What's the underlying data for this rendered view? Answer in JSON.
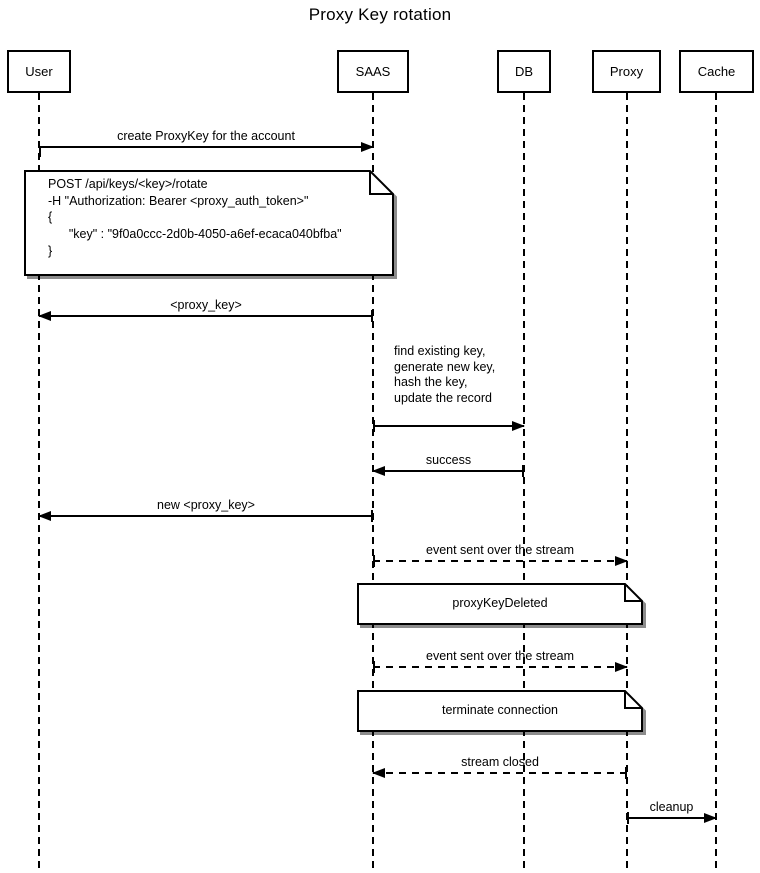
{
  "diagram": {
    "type": "sequence-diagram",
    "title": "Proxy Key rotation",
    "colors": {
      "stroke": "#000000",
      "background": "#ffffff",
      "note_fill": "#ffffff"
    },
    "actors": [
      {
        "id": "user",
        "label": "User"
      },
      {
        "id": "saas",
        "label": "SAAS"
      },
      {
        "id": "db",
        "label": "DB"
      },
      {
        "id": "proxy",
        "label": "Proxy"
      },
      {
        "id": "cache",
        "label": "Cache"
      }
    ],
    "messages": [
      {
        "from": "User",
        "to": "SAAS",
        "style": "solid",
        "label": "create ProxyKey for the account"
      },
      {
        "from": "SAAS",
        "to": "User",
        "style": "solid",
        "label": "<proxy_key>"
      },
      {
        "from": "SAAS",
        "to": "DB",
        "style": "solid",
        "label": "find existing key,\ngenerate new key,\nhash the key,\nupdate the record"
      },
      {
        "from": "DB",
        "to": "SAAS",
        "style": "solid",
        "label": "success"
      },
      {
        "from": "SAAS",
        "to": "User",
        "style": "solid",
        "label": "new <proxy_key>"
      },
      {
        "from": "SAAS",
        "to": "Proxy",
        "style": "dashed",
        "label": "event sent over the stream"
      },
      {
        "from": "SAAS",
        "to": "Proxy",
        "style": "dashed",
        "label": "event sent over the stream"
      },
      {
        "from": "Proxy",
        "to": "SAAS",
        "style": "dashed",
        "label": "stream closed"
      },
      {
        "from": "Proxy",
        "to": "Cache",
        "style": "solid",
        "label": "cleanup"
      }
    ],
    "notes": [
      {
        "id": "request-note",
        "text": "POST /api/keys/<key>/rotate\n-H \"Authorization: Bearer <proxy_auth_token>\"\n{\n      \"key\" : \"9f0a0ccc-2d0b-4050-a6ef-ecaca040bfba\"\n}"
      },
      {
        "id": "proxy-key-deleted-note",
        "text": "proxyKeyDeleted"
      },
      {
        "id": "terminate-connection-note",
        "text": "terminate connection"
      }
    ]
  }
}
